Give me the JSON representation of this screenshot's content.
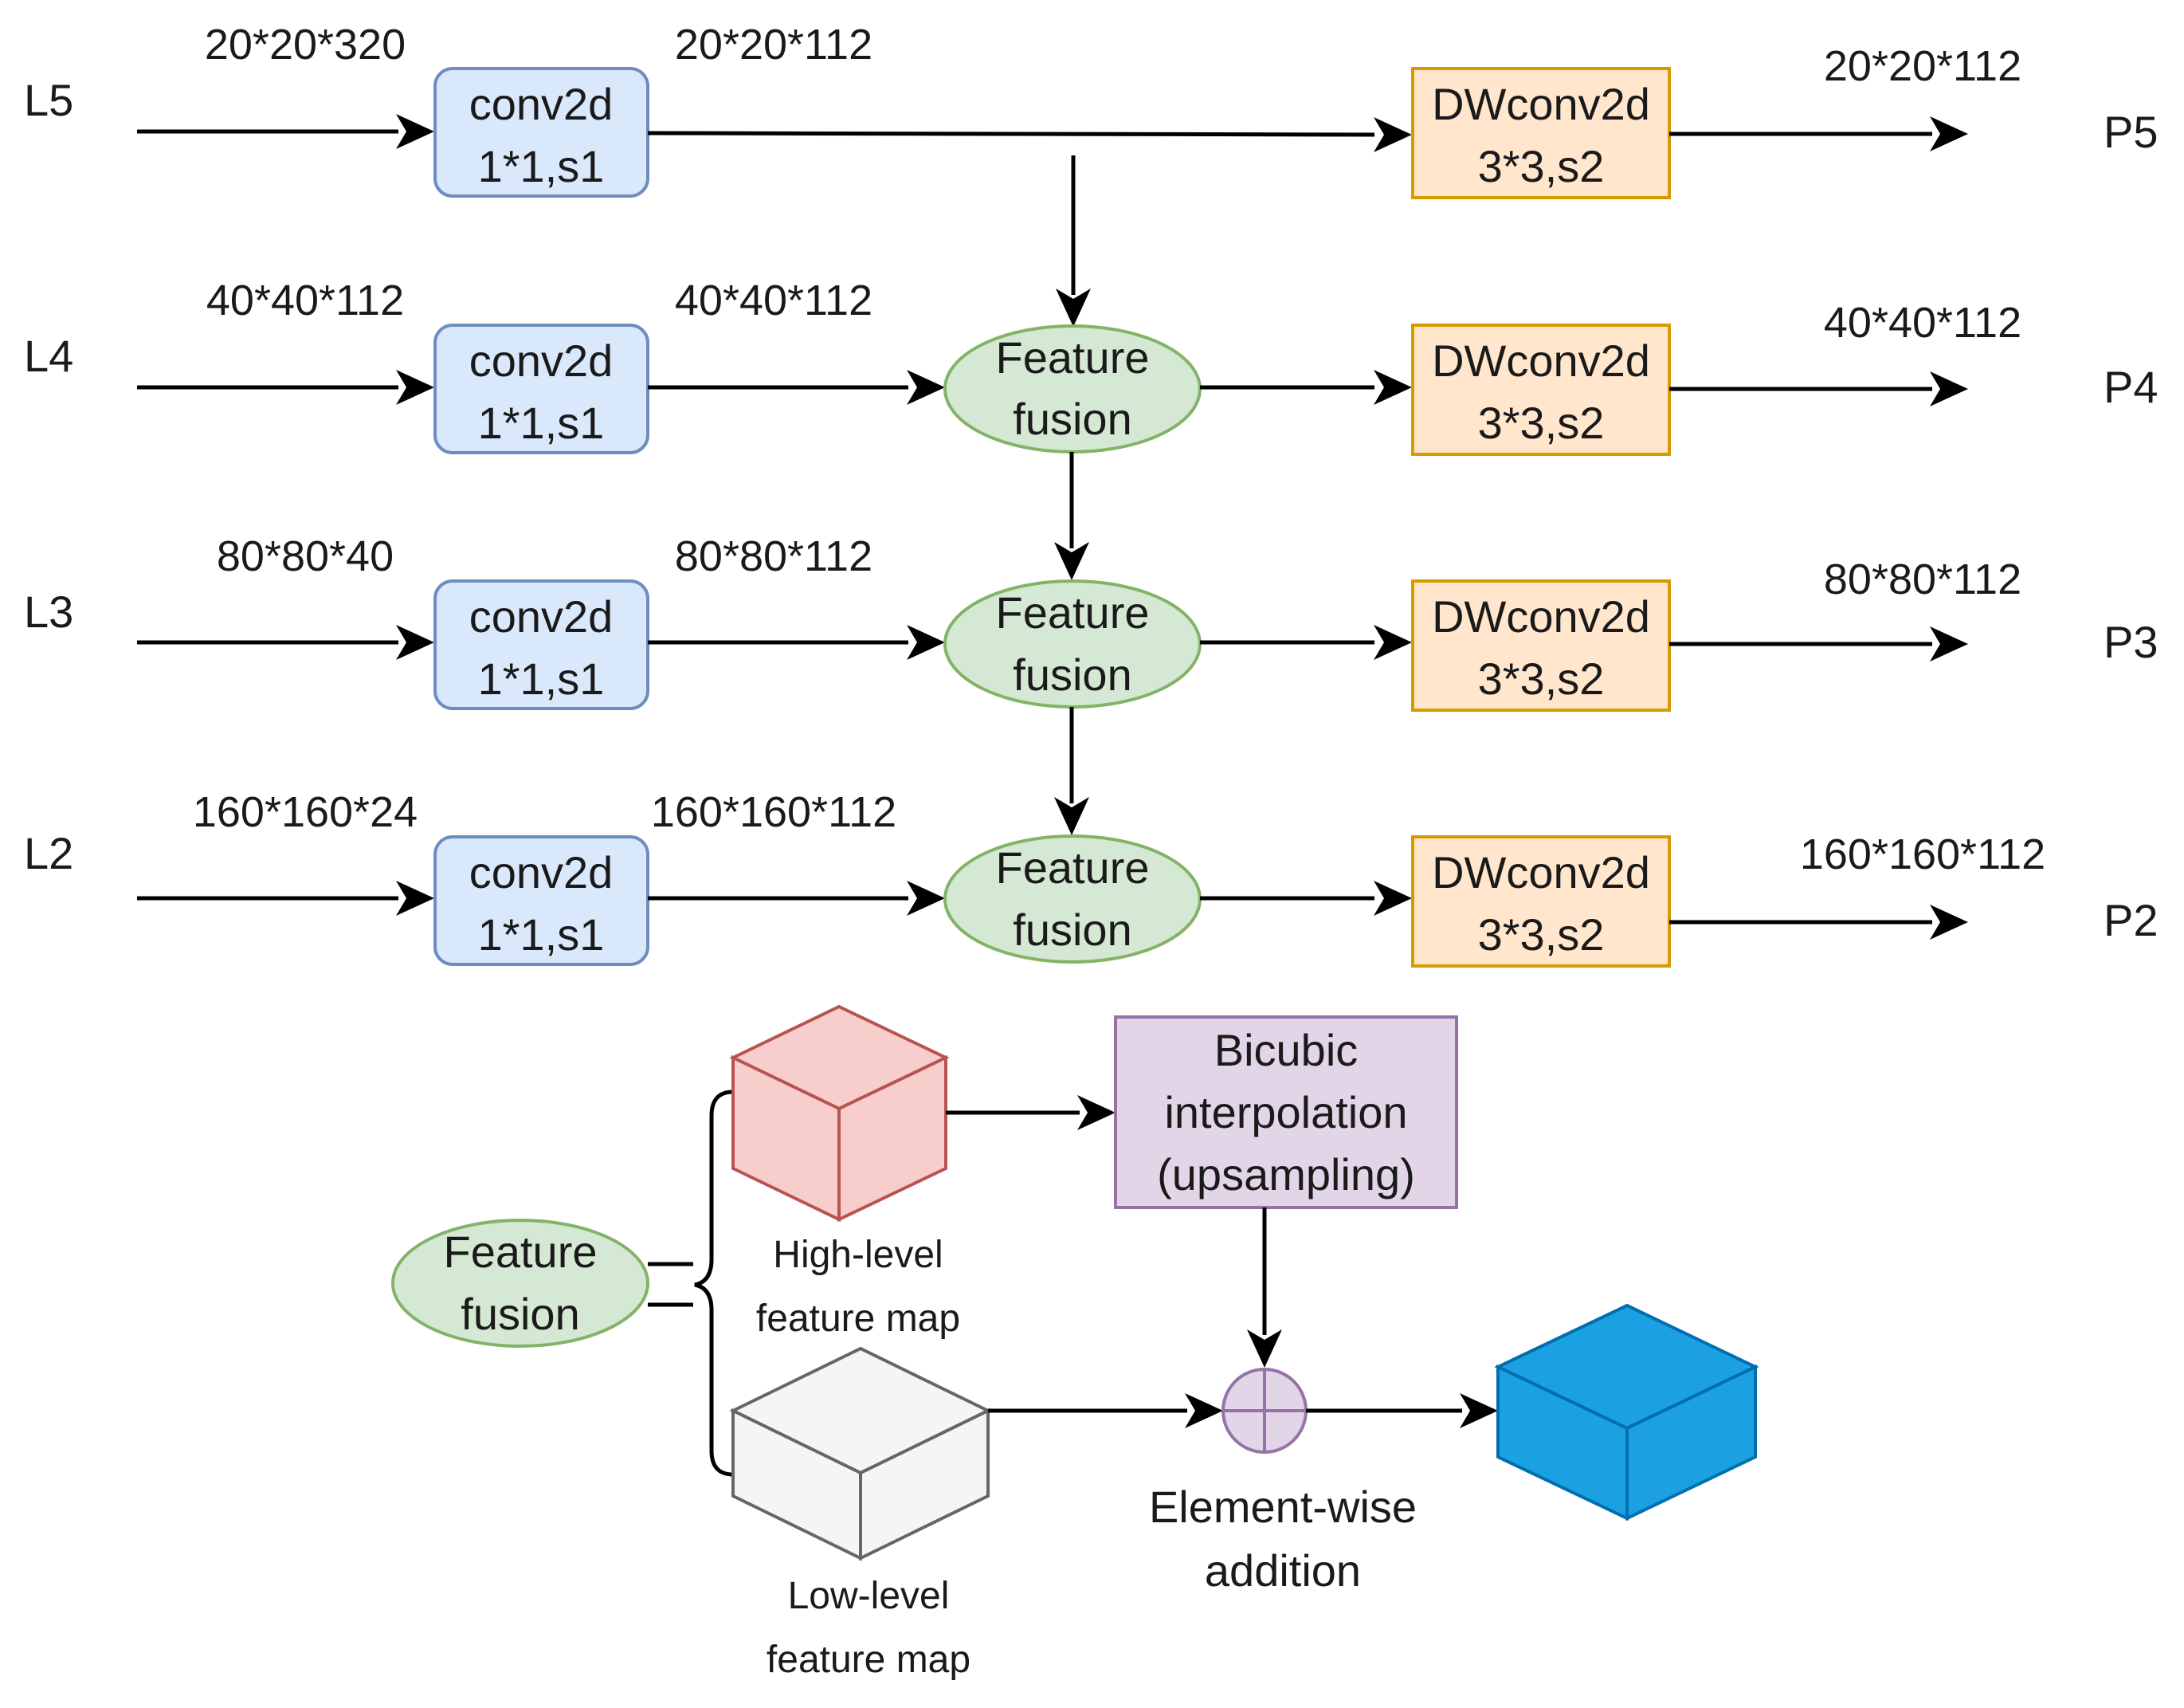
{
  "rows": [
    {
      "level": "L5",
      "input_dim": "20*20*320",
      "conv_out_dim": "20*20*112",
      "output_dim": "20*20*112",
      "output": "P5"
    },
    {
      "level": "L4",
      "input_dim": "40*40*112",
      "conv_out_dim": "40*40*112",
      "output_dim": "40*40*112",
      "output": "P4"
    },
    {
      "level": "L3",
      "input_dim": "80*80*40",
      "conv_out_dim": "80*80*112",
      "output_dim": "80*80*112",
      "output": "P3"
    },
    {
      "level": "L2",
      "input_dim": "160*160*24",
      "conv_out_dim": "160*160*112",
      "output_dim": "160*160*112",
      "output": "P2"
    }
  ],
  "blocks": {
    "conv": {
      "line1": "conv2d",
      "line2": "1*1,s1"
    },
    "dwconv": {
      "line1": "DWconv2d",
      "line2": "3*3,s2"
    },
    "fusion": {
      "line1": "Feature",
      "line2": "fusion"
    }
  },
  "legend": {
    "fusion": {
      "line1": "Feature",
      "line2": "fusion"
    },
    "high_level": {
      "line1": "High-level",
      "line2": "feature map"
    },
    "low_level": {
      "line1": "Low-level",
      "line2": "feature map"
    },
    "bicubic": {
      "line1": "Bicubic",
      "line2": "interpolation",
      "line3": "(upsampling)"
    },
    "addition": {
      "line1": "Element-wise",
      "line2": "addition"
    }
  },
  "colors": {
    "conv_fill": "#dae8fc",
    "conv_stroke": "#6c8ebf",
    "dw_fill": "#ffe6cc",
    "dw_stroke": "#d79b00",
    "fusion_fill": "#d5e8d4",
    "fusion_stroke": "#82b366",
    "bicubic_fill": "#e1d5e7",
    "bicubic_stroke": "#9673a6",
    "high_cube": "#f8cecc",
    "high_cube_stroke": "#b85450",
    "low_cube": "#f5f5f5",
    "low_cube_stroke": "#666666",
    "out_cube": "#1ba1e2",
    "out_cube_stroke": "#006eaf"
  }
}
